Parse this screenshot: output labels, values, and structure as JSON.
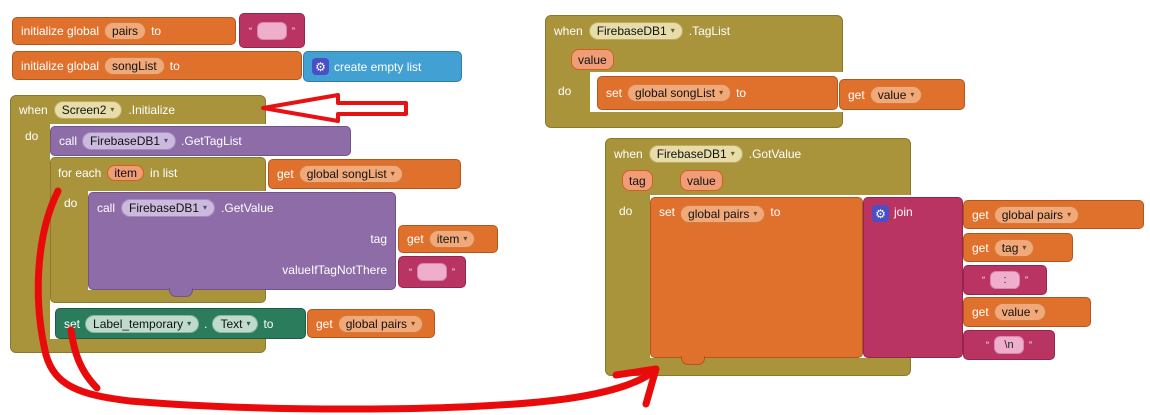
{
  "icons": {
    "dropdown_arrow": "▾",
    "gear": "⚙",
    "quote_open": "“",
    "quote_close": "”"
  },
  "left": {
    "init_pairs": {
      "label": "initialize global",
      "var": "pairs",
      "to": "to",
      "value_text": ""
    },
    "init_songlist": {
      "label": "initialize global",
      "var": "songList",
      "to": "to",
      "list_label": "create empty list"
    },
    "screen2": {
      "when": "when",
      "component": "Screen2",
      "event": ".Initialize",
      "do": "do",
      "gettaglist": {
        "call": "call",
        "component": "FirebaseDB1",
        "method": ".GetTagList"
      },
      "foreach": {
        "label": "for each",
        "var": "item",
        "in_list": "in list",
        "do": "do",
        "list": {
          "get": "get",
          "var": "global songList"
        },
        "getvalue": {
          "call": "call",
          "component": "FirebaseDB1",
          "method": ".GetValue",
          "arg_tag": "tag",
          "arg_notthere": "valueIfTagNotThere",
          "tag_value": {
            "get": "get",
            "var": "item"
          },
          "notthere_text": ""
        }
      },
      "setlabel": {
        "set": "set",
        "component": "Label_temporary",
        "dot": ".",
        "property": "Text",
        "to": "to",
        "value": {
          "get": "get",
          "var": "global pairs"
        }
      }
    }
  },
  "right": {
    "taglist": {
      "when": "when",
      "component": "FirebaseDB1",
      "event": ".TagList",
      "param": "value",
      "do": "do",
      "set": {
        "set": "set",
        "var": "global songList",
        "to": "to"
      },
      "value": {
        "get": "get",
        "var": "value"
      }
    },
    "gotvalue": {
      "when": "when",
      "component": "FirebaseDB1",
      "event": ".GotValue",
      "param_tag": "tag",
      "param_value": "value",
      "do": "do",
      "set": {
        "set": "set",
        "var": "global pairs",
        "to": "to"
      },
      "join": {
        "label": "join",
        "args": [
          {
            "get": "get",
            "var": "global pairs"
          },
          {
            "get": "get",
            "var": "tag"
          },
          {
            "text": ":"
          },
          {
            "get": "get",
            "var": "value"
          },
          {
            "text": "\\n"
          }
        ]
      }
    }
  }
}
